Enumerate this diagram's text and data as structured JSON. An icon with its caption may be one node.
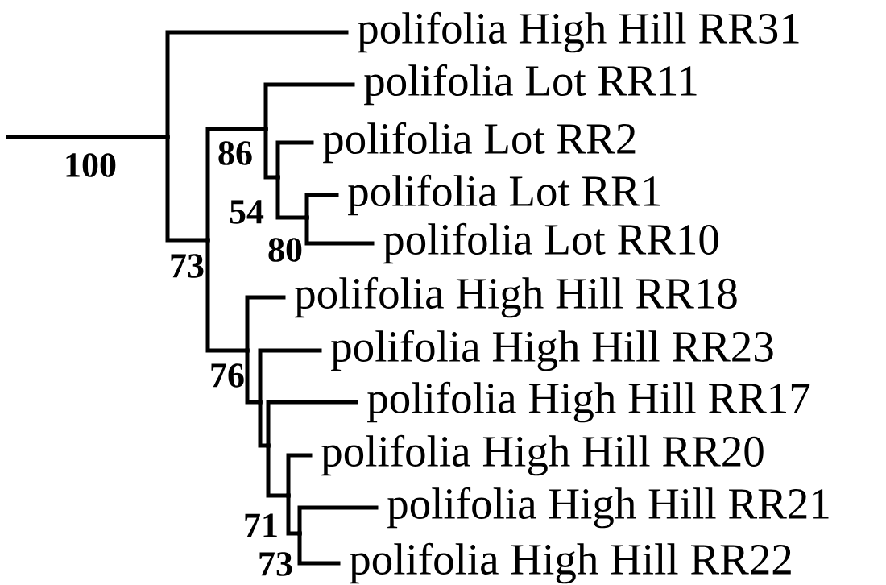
{
  "diagram": {
    "nodes": [
      {
        "text": [
          "polifolia High Hill RR31"
        ]
      },
      {
        "text": [
          "polifolia Lot RR11"
        ]
      },
      {
        "text": [
          "polifolia Lot RR2"
        ]
      },
      {
        "text": [
          "polifolia Lot RR1"
        ]
      },
      {
        "text": [
          "polifolia Lot RR10"
        ]
      },
      {
        "text": [
          "polifolia High Hill RR18"
        ]
      },
      {
        "text": [
          "polifolia High Hill RR23"
        ]
      },
      {
        "text": [
          "polifolia High Hill RR17"
        ]
      },
      {
        "text": [
          "polifolia High Hill RR20"
        ]
      },
      {
        "text": [
          "polifolia High Hill RR21"
        ]
      },
      {
        "text": [
          "polifolia High Hill RR22"
        ]
      },
      {
        "text": [],
        "shape": "point"
      },
      {
        "text": [],
        "shape": "point"
      },
      {
        "text": [],
        "shape": "point"
      },
      {
        "text": [],
        "shape": "point"
      },
      {
        "text": [],
        "shape": "point"
      },
      {
        "text": [],
        "shape": "point"
      },
      {
        "text": [],
        "shape": "point"
      },
      {
        "text": [],
        "shape": "point"
      },
      {
        "text": [],
        "shape": "point"
      },
      {
        "text": [],
        "shape": "point"
      }
    ],
    "edges": [
      {
        "from": null,
        "to": 11,
        "arrow": "none",
        "label": "100"
      },
      {
        "from": 11,
        "to": 0,
        "arrow": "none"
      },
      {
        "from": 11,
        "to": 12,
        "arrow": "none",
        "label": "73"
      },
      {
        "from": 12,
        "to": 13,
        "arrow": "none",
        "label": "86"
      },
      {
        "from": 13,
        "to": 1,
        "arrow": "none"
      },
      {
        "from": 13,
        "to": 14,
        "arrow": "none",
        "label": "54"
      },
      {
        "from": 14,
        "to": 2,
        "arrow": "none"
      },
      {
        "from": 14,
        "to": 15,
        "arrow": "none",
        "label": "80"
      },
      {
        "from": 15,
        "to": 3,
        "arrow": "none"
      },
      {
        "from": 15,
        "to": 4,
        "arrow": "none"
      },
      {
        "from": 12,
        "to": 16,
        "arrow": "none",
        "label": "76"
      },
      {
        "from": 16,
        "to": 5,
        "arrow": "none"
      },
      {
        "from": 16,
        "to": 17,
        "arrow": "none"
      },
      {
        "from": 17,
        "to": 6,
        "arrow": "none"
      },
      {
        "from": 17,
        "to": 18,
        "arrow": "none"
      },
      {
        "from": 18,
        "to": 7,
        "arrow": "none"
      },
      {
        "from": 18,
        "to": 19,
        "arrow": "none",
        "label": "71"
      },
      {
        "from": 19,
        "to": 8,
        "arrow": "none"
      },
      {
        "from": 19,
        "to": 20,
        "arrow": "none",
        "label": "73"
      },
      {
        "from": 20,
        "to": 9,
        "arrow": "none"
      },
      {
        "from": 20,
        "to": 10,
        "arrow": "none"
      }
    ]
  }
}
